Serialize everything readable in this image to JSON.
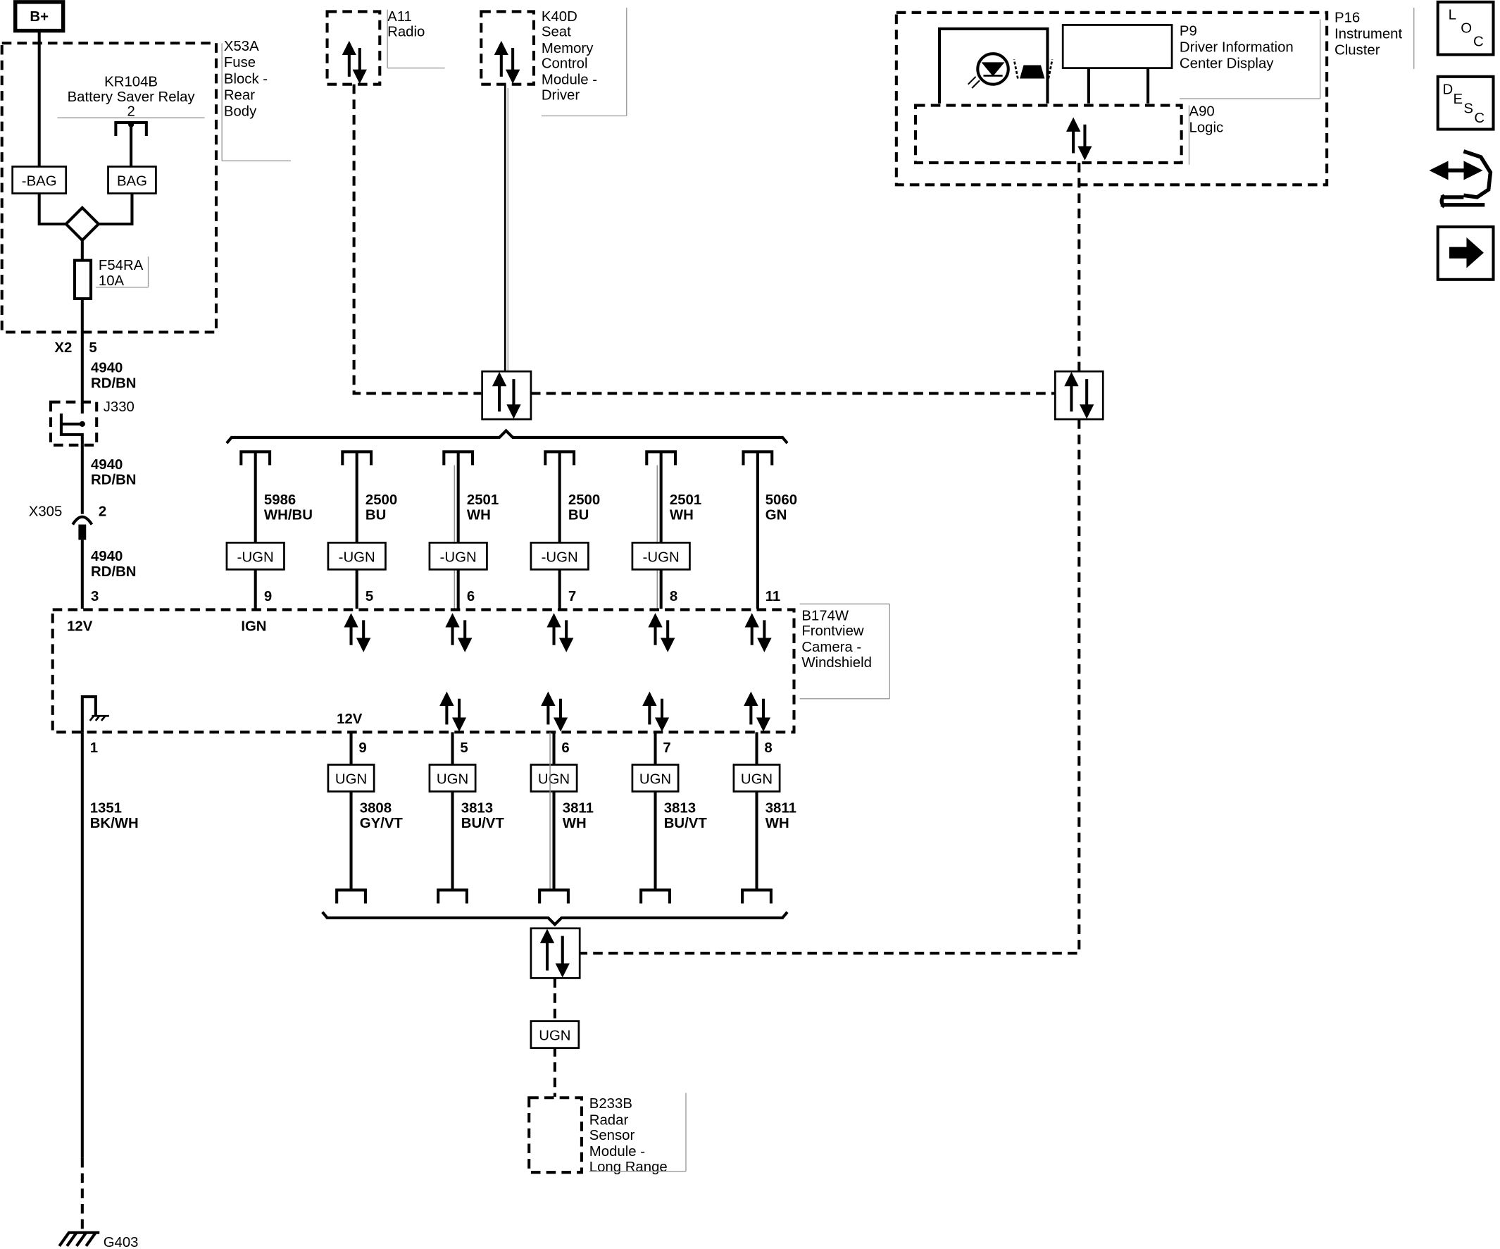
{
  "power": {
    "bplus": "B+"
  },
  "fuse_block": {
    "id": "X53A",
    "name": [
      "Fuse",
      "Block -",
      "Rear",
      "Body"
    ],
    "relay_id": "KR104B",
    "relay_name": "Battery Saver Relay",
    "relay_pin": "2",
    "neg_bag": "-BAG",
    "bag": "BAG",
    "fuse_id": "F54RA",
    "fuse_rating": "10A",
    "conn": "X2",
    "conn_pin": "5"
  },
  "feed_wires": [
    {
      "circuit": "4940",
      "color": "RD/BN"
    },
    {
      "circuit": "4940",
      "color": "RD/BN"
    },
    {
      "circuit": "4940",
      "color": "RD/BN"
    }
  ],
  "jumper": {
    "id": "J330"
  },
  "inline_conn": {
    "id": "X305",
    "pin": "2"
  },
  "modules": {
    "radio": {
      "id": "A11",
      "name": [
        "Radio"
      ]
    },
    "seat": {
      "id": "K40D",
      "name": [
        "Seat",
        "Memory",
        "Control",
        "Module -",
        "Driver"
      ]
    },
    "cluster": {
      "id": "P16",
      "name": [
        "Instrument",
        "Cluster"
      ]
    },
    "dic": {
      "id": "P9",
      "name": [
        "Driver Information",
        "Center Display"
      ]
    },
    "logic": {
      "id": "A90",
      "name": [
        "Logic"
      ]
    },
    "camera": {
      "id": "B174W",
      "name": [
        "Frontview",
        "Camera -",
        "Windshield"
      ]
    },
    "radar": {
      "id": "B233B",
      "name": [
        "Radar",
        "Sensor",
        "Module -",
        "Long Range"
      ]
    }
  },
  "camera_pins": {
    "p12v": "3",
    "p12v_label": "12V",
    "ign": "9",
    "ign_label": "IGN",
    "gnd": "1",
    "lower_12v": "12V"
  },
  "upper_wires": [
    {
      "circuit": "5986",
      "color": "WH/BU",
      "tag": "-UGN",
      "pin": "9"
    },
    {
      "circuit": "2500",
      "color": "BU",
      "tag": "-UGN",
      "pin": "5"
    },
    {
      "circuit": "2501",
      "color": "WH",
      "tag": "-UGN",
      "pin": "6"
    },
    {
      "circuit": "2500",
      "color": "BU",
      "tag": "-UGN",
      "pin": "7"
    },
    {
      "circuit": "2501",
      "color": "WH",
      "tag": "-UGN",
      "pin": "8"
    },
    {
      "circuit": "5060",
      "color": "GN",
      "tag": "",
      "pin": "11"
    }
  ],
  "lower_wires": [
    {
      "circuit": "3808",
      "color": "GY/VT",
      "tag": "UGN",
      "pin": "9"
    },
    {
      "circuit": "3813",
      "color": "BU/VT",
      "tag": "UGN",
      "pin": "5"
    },
    {
      "circuit": "3811",
      "color": "WH",
      "tag": "UGN",
      "pin": "6"
    },
    {
      "circuit": "3813",
      "color": "BU/VT",
      "tag": "UGN",
      "pin": "7"
    },
    {
      "circuit": "3811",
      "color": "WH",
      "tag": "UGN",
      "pin": "8"
    }
  ],
  "ground_wire": {
    "circuit": "1351",
    "color": "BK/WH"
  },
  "ground": {
    "id": "G403"
  },
  "radar_tag": "UGN",
  "side_icons": {
    "loc": [
      "L",
      "O",
      "C"
    ],
    "desc": [
      "D",
      "E",
      "S",
      "C"
    ]
  }
}
